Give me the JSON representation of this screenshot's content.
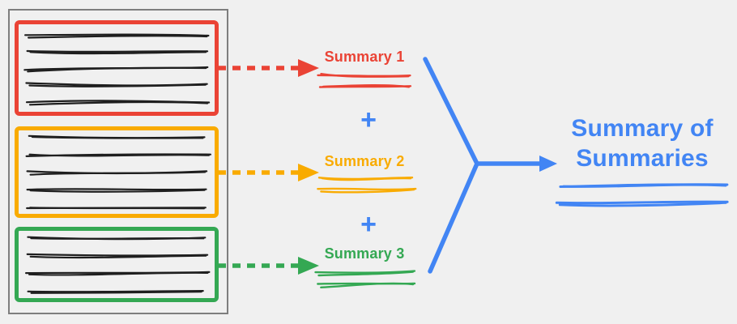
{
  "canvas": {
    "background": "#F0F0F0"
  },
  "palette": {
    "red": "#EA4335",
    "orange": "#F9AB00",
    "green": "#34A853",
    "blue": "#4285F4",
    "ink": "#1F1F1F",
    "document_border": "#7E7E7E"
  },
  "document": {
    "sections": [
      {
        "name": "section-1",
        "color_name": "red",
        "color": "#EA4335",
        "text_line_count": 5
      },
      {
        "name": "section-2",
        "color_name": "orange",
        "color": "#F9AB00",
        "text_line_count": 5
      },
      {
        "name": "section-3",
        "color_name": "green",
        "color": "#34A853",
        "text_line_count": 4
      }
    ]
  },
  "summaries": [
    {
      "label": "Summary 1",
      "color": "#EA4335",
      "scribble_line_count": 2
    },
    {
      "label": "Summary 2",
      "color": "#F9AB00",
      "scribble_line_count": 2
    },
    {
      "label": "Summary 3",
      "color": "#34A853",
      "scribble_line_count": 2
    }
  ],
  "operators": {
    "plus": "+"
  },
  "result": {
    "title": "Summary of Summaries",
    "color": "#4285F4",
    "scribble_line_count": 2
  }
}
